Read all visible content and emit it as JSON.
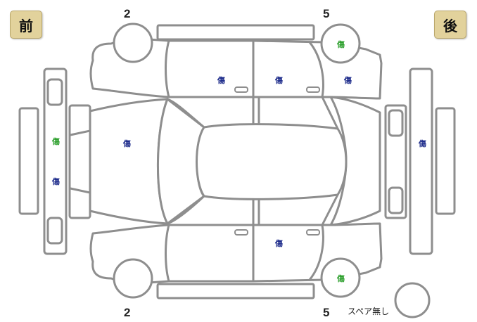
{
  "labels": {
    "front": "前",
    "rear": "後",
    "spare": "スペア無し"
  },
  "wheel_numbers": {
    "front_left": "2",
    "rear_left": "5",
    "front_right": "2",
    "rear_right": "5"
  },
  "colors": {
    "outline": "#8e8e8e",
    "badge_bg": "#e2d29c",
    "mark_navy": "#1f2d8c",
    "mark_green": "#2ea02e"
  },
  "damage_marks": [
    {
      "id": "rear-left-wheel",
      "text": "傷",
      "color": "#2ea02e"
    },
    {
      "id": "front-left-door",
      "text": "傷",
      "color": "#1f2d8c"
    },
    {
      "id": "rear-left-door",
      "text": "傷",
      "color": "#1f2d8c"
    },
    {
      "id": "rear-left-fender",
      "text": "傷",
      "color": "#1f2d8c"
    },
    {
      "id": "front-bumper-upper",
      "text": "傷",
      "color": "#2ea02e"
    },
    {
      "id": "front-bumper-lower",
      "text": "傷",
      "color": "#1f2d8c"
    },
    {
      "id": "hood",
      "text": "傷",
      "color": "#1f2d8c"
    },
    {
      "id": "rear-bumper",
      "text": "傷",
      "color": "#1f2d8c"
    },
    {
      "id": "rear-right-door",
      "text": "傷",
      "color": "#1f2d8c"
    },
    {
      "id": "rear-right-wheel",
      "text": "傷",
      "color": "#2ea02e"
    }
  ]
}
